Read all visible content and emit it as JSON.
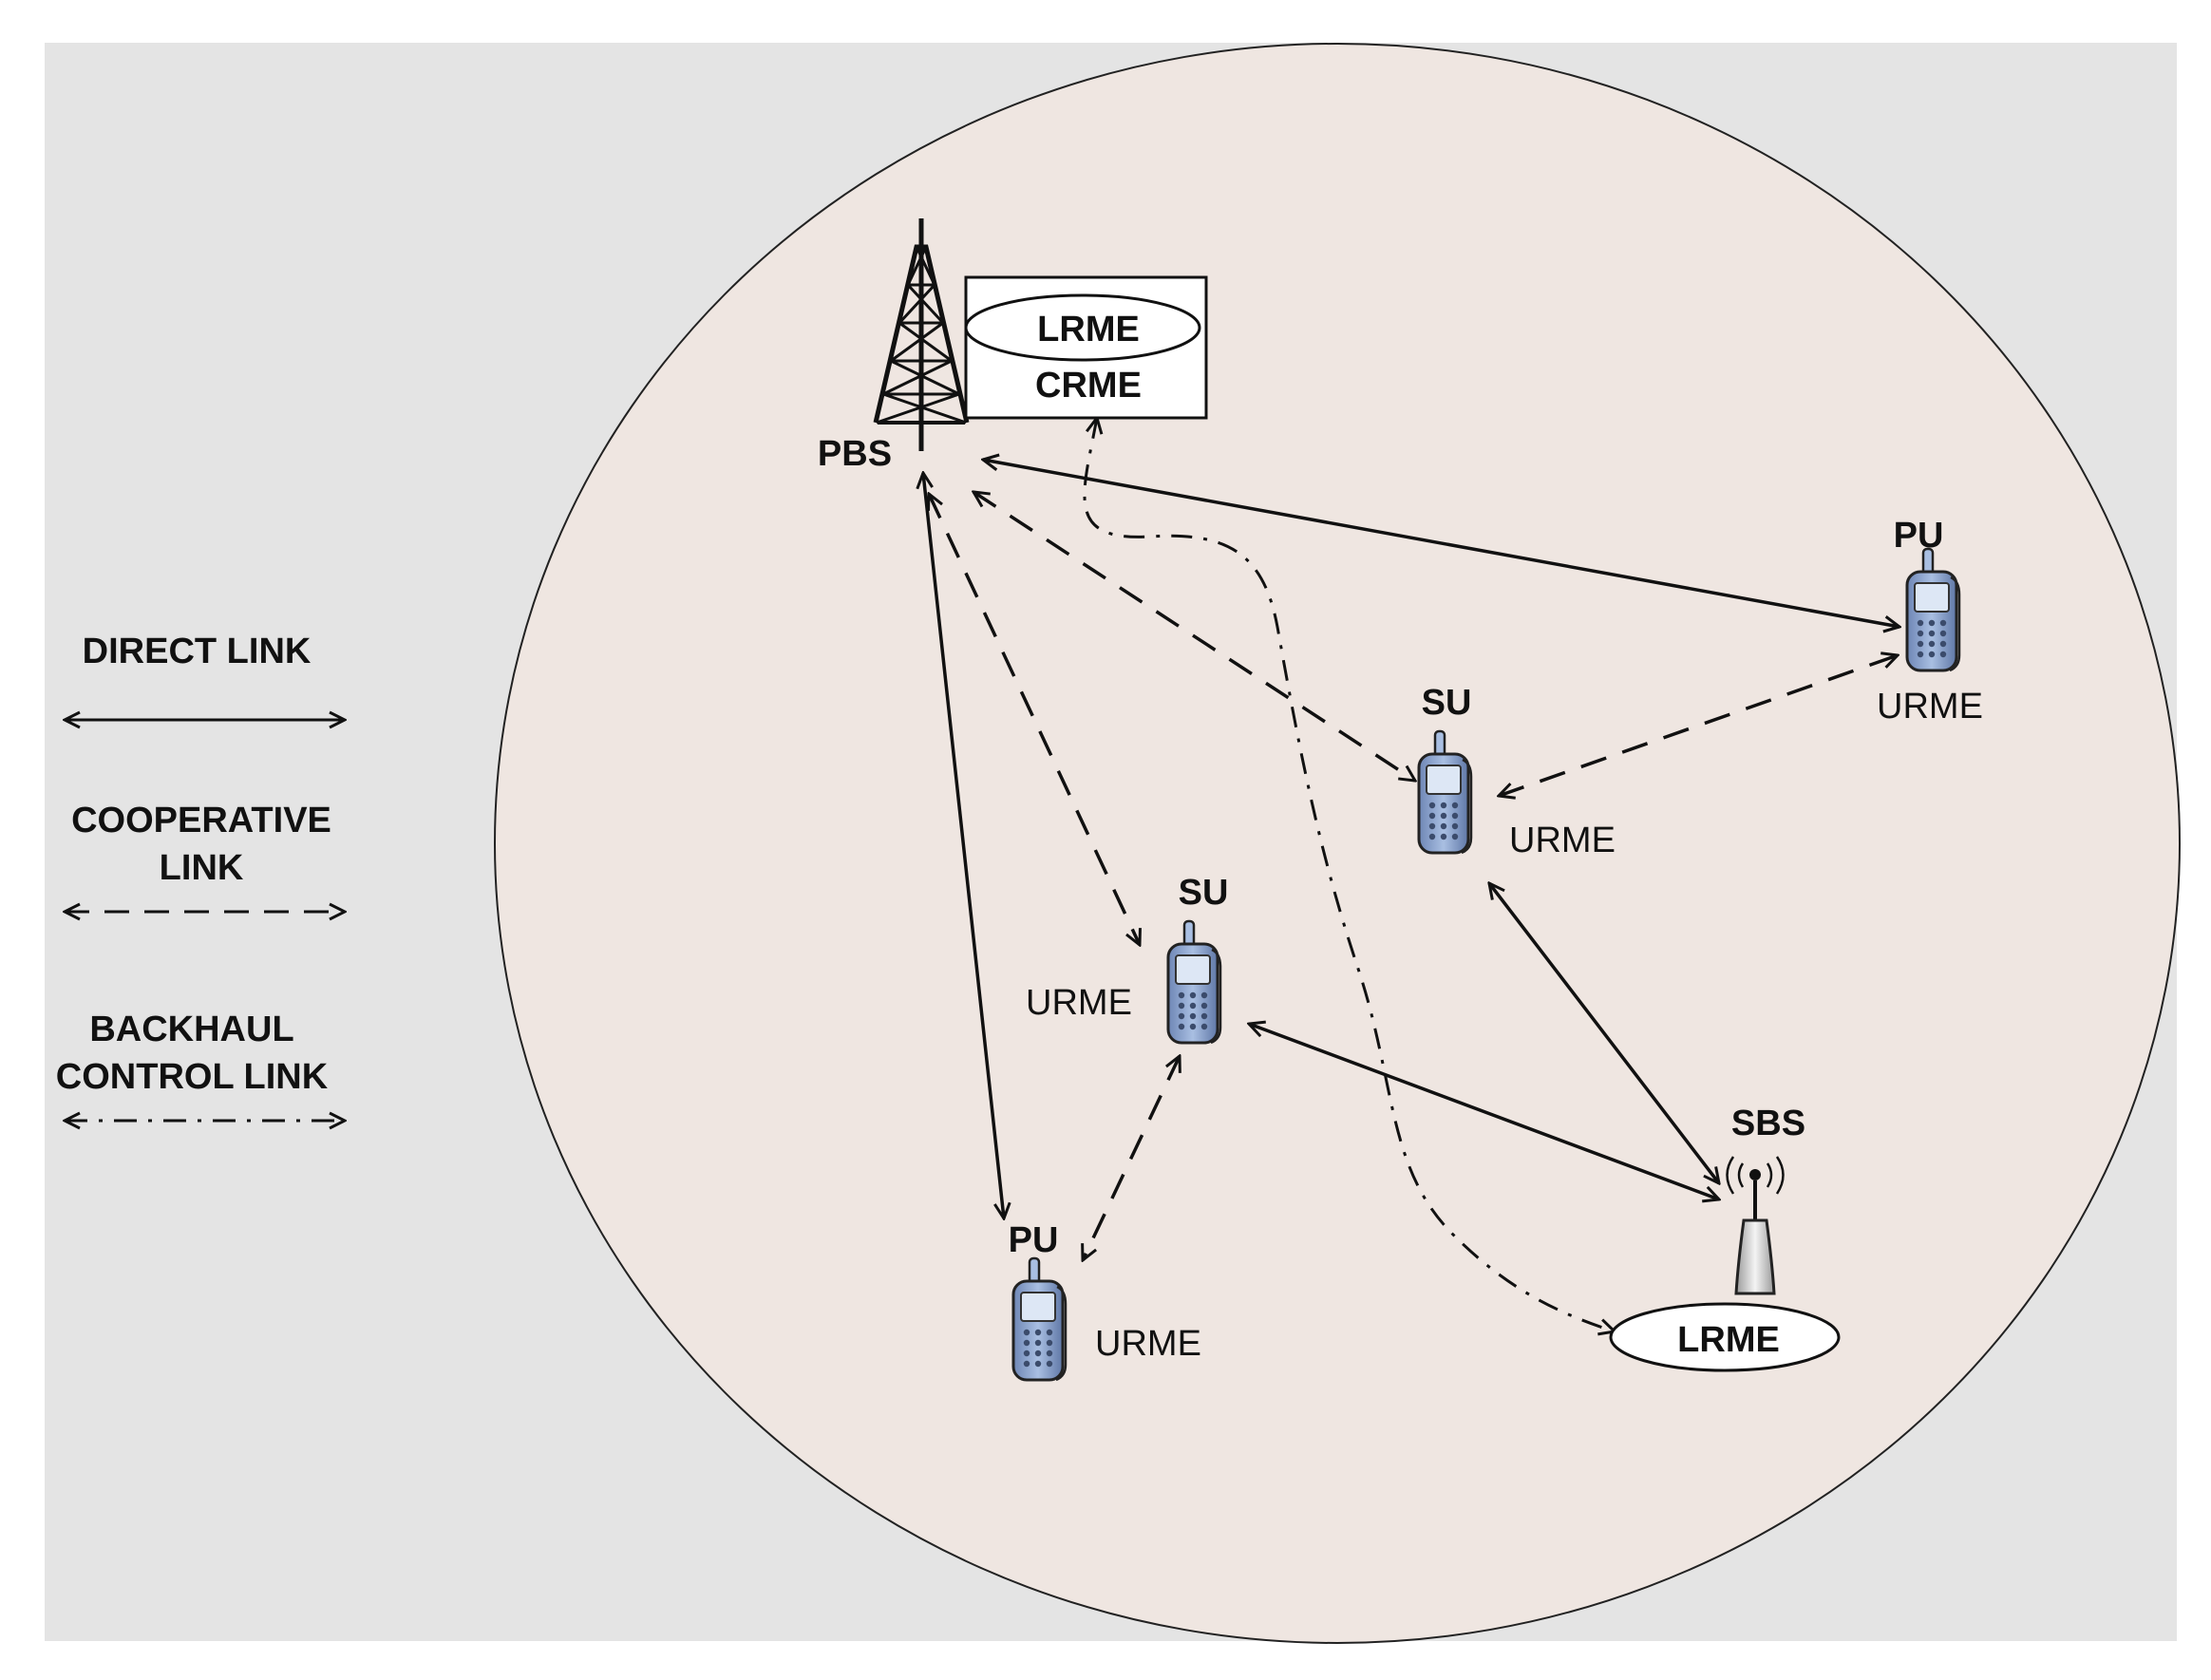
{
  "legend": {
    "direct": [
      "DIRECT LINK"
    ],
    "cooperative": [
      "COOPERATIVE",
      "LINK"
    ],
    "backhaul": [
      "BACKHAUL",
      "CONTROL LINK"
    ]
  },
  "pbs": {
    "label": "PBS",
    "box_lrme": "LRME",
    "box_crme": "CRME"
  },
  "sbs": {
    "label": "SBS",
    "lrme": "LRME"
  },
  "devices": {
    "pu_right": {
      "role": "PU",
      "entity": "URME"
    },
    "su_center": {
      "role": "SU",
      "entity": "URME"
    },
    "su_left": {
      "role": "SU",
      "entity": "URME"
    },
    "pu_bottom": {
      "role": "PU",
      "entity": "URME"
    }
  },
  "colors": {
    "background": "#e4e4e4",
    "cell": "#efe6e1",
    "phone_body": "#8ea7cf",
    "phone_screen": "#cfdcf0",
    "line": "#111111"
  },
  "icons": {
    "tower": "lattice-tower-icon",
    "phone": "mobile-phone-icon",
    "antenna": "small-cell-antenna-icon"
  }
}
